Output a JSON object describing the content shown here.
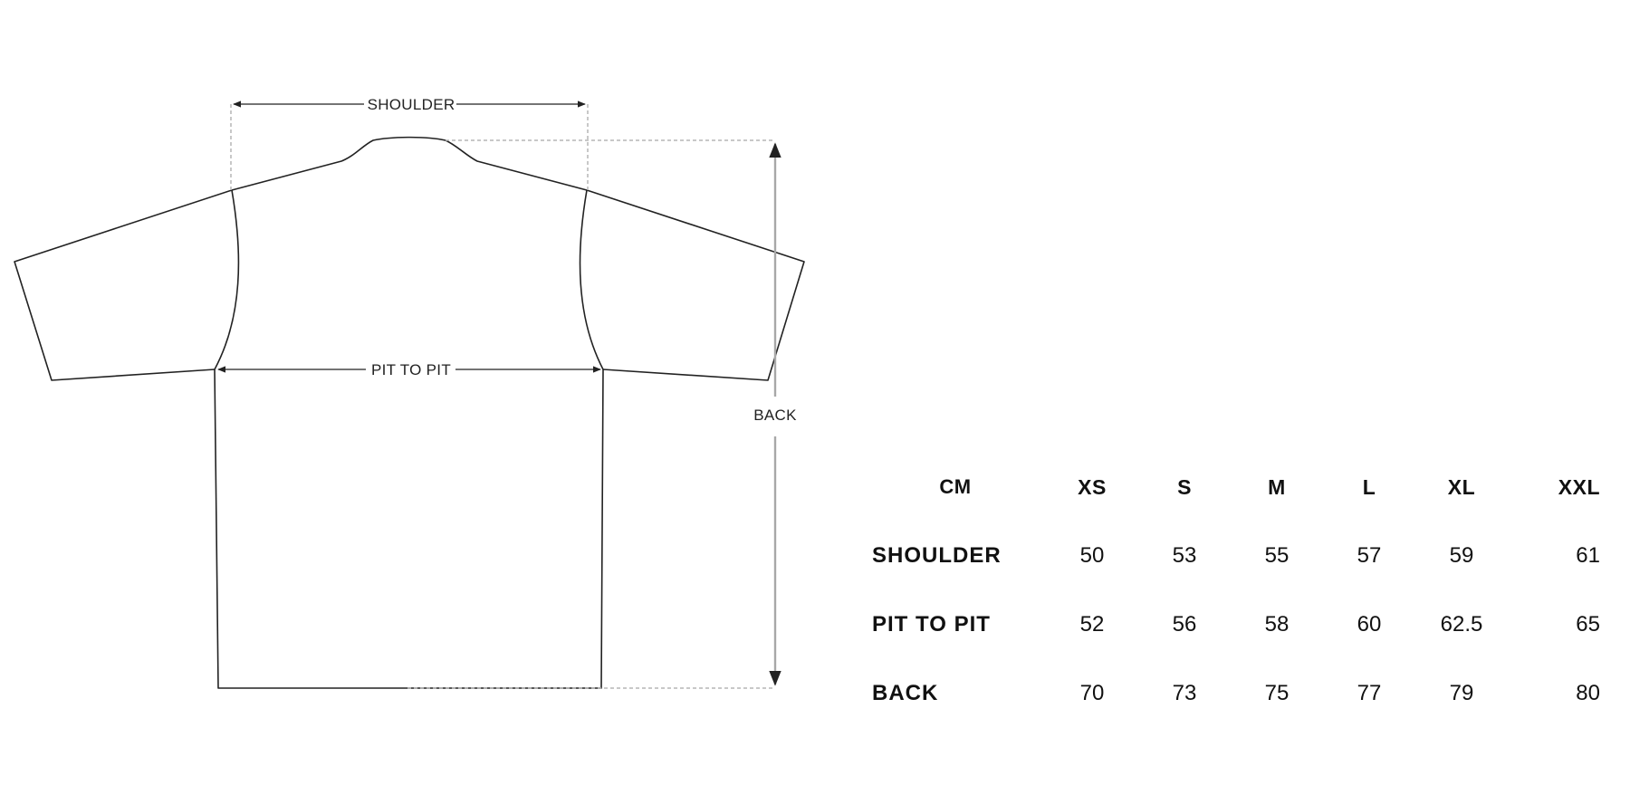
{
  "diagram": {
    "labels": {
      "shoulder": "SHOULDER",
      "pit_to_pit": "PIT TO PIT",
      "back": "BACK"
    },
    "colors": {
      "outline": "#222222",
      "guide": "#b5b5b5",
      "arrow": "#222222",
      "back_line": "#a8a8a8"
    }
  },
  "size_table": {
    "unit_label": "CM",
    "sizes": [
      "XS",
      "S",
      "M",
      "L",
      "XL",
      "XXL"
    ],
    "rows": [
      {
        "label": "SHOULDER",
        "values": [
          "50",
          "53",
          "55",
          "57",
          "59",
          "61"
        ]
      },
      {
        "label": "PIT TO PIT",
        "values": [
          "52",
          "56",
          "58",
          "60",
          "62.5",
          "65"
        ]
      },
      {
        "label": "BACK",
        "values": [
          "70",
          "73",
          "75",
          "77",
          "79",
          "80"
        ]
      }
    ]
  }
}
